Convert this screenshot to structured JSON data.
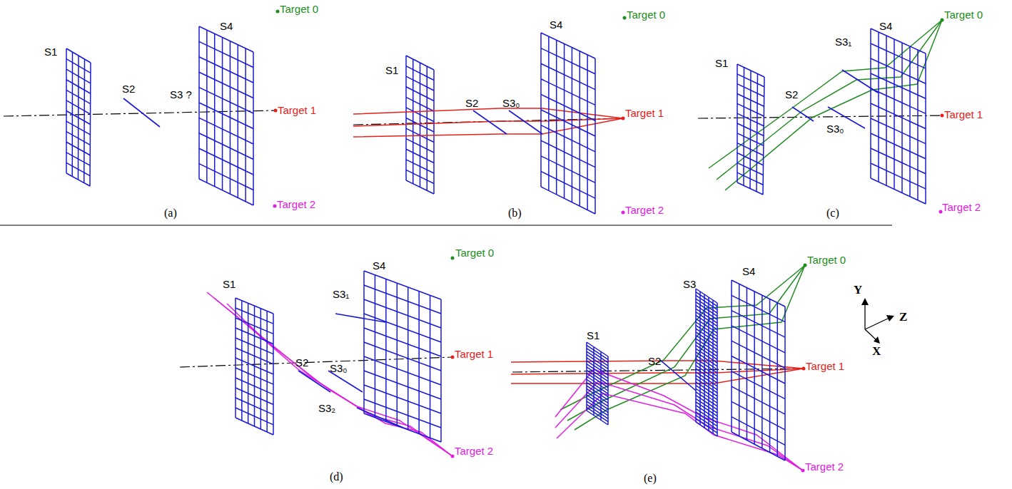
{
  "diagram": {
    "labels": [
      "S1",
      "S2",
      "S3 ?",
      "S4",
      "Target 0",
      "Target 1",
      "Target 2",
      "(a)",
      "S1",
      "S2",
      "S3₀",
      "S4",
      "Target 0",
      "Target 1",
      "Target 2",
      "(b)",
      "S1",
      "S3₁",
      "S2",
      "S3₀",
      "S4",
      "Target 0",
      "Target 1",
      "Target 2",
      "(c)",
      "S1",
      "S2",
      "S3₁",
      "S3₀",
      "S3₂",
      "S4",
      "Target 0",
      "Target 1",
      "Target 2",
      "(d)",
      "S1",
      "S2",
      "S3",
      "S4",
      "Target 0",
      "Target 1",
      "Target 2",
      "Y",
      "Z",
      "X",
      "(e)"
    ]
  }
}
